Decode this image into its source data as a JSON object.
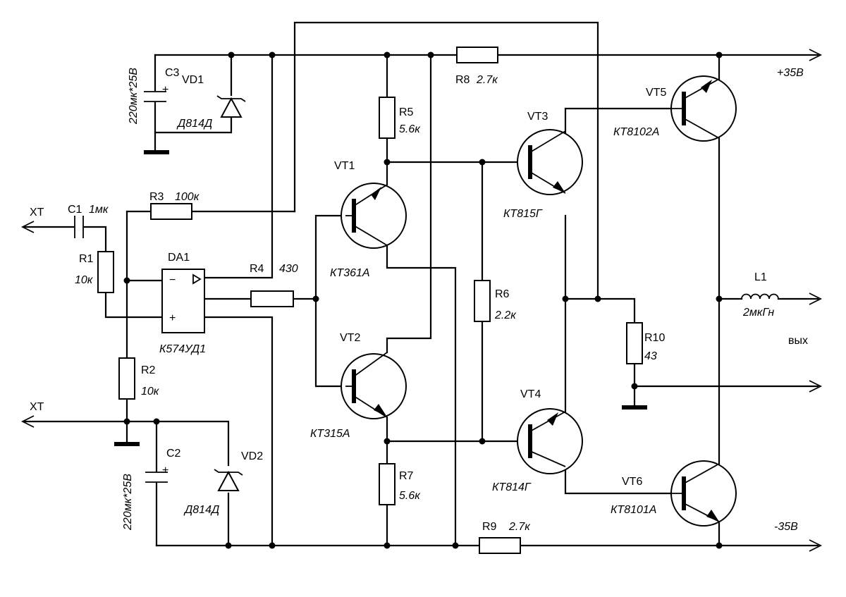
{
  "labels": {
    "c3": "C3",
    "c3_plus": "+",
    "c3_value": "220мк*25В",
    "vd1": "VD1",
    "vd1_part": "Д814Д",
    "c1": "C1",
    "c1_value": "1мк",
    "xt_top": "XT",
    "r1": "R1",
    "r1_value": "10к",
    "r3": "R3",
    "r3_value": "100к",
    "da1": "DA1",
    "da1_part": "К574УД1",
    "da1_minus": "−",
    "da1_plus": "+",
    "r4": "R4",
    "r4_value": "430",
    "r2": "R2",
    "r2_value": "10к",
    "xt_bottom": "XT",
    "c2": "C2",
    "c2_plus": "+",
    "c2_value": "220мк*25В",
    "vd2": "VD2",
    "vd2_part": "Д814Д",
    "r5": "R5",
    "r5_value": "5.6к",
    "vt1": "VT1",
    "vt1_part": "КТ361А",
    "vt2": "VT2",
    "vt2_part": "КТ315А",
    "r7": "R7",
    "r7_value": "5.6к",
    "r8": "R8",
    "r8_value": "2.7к",
    "r9": "R9",
    "r9_value": "2.7к",
    "r6": "R6",
    "r6_value": "2.2к",
    "vt3": "VT3",
    "vt3_part": "КТ815Г",
    "vt4": "VT4",
    "vt4_part": "КТ814Г",
    "vt5": "VT5",
    "vt5_part": "КТ8102А",
    "vt6": "VT6",
    "vt6_part": "КТ8101А",
    "r10": "R10",
    "r10_value": "43",
    "l1": "L1",
    "l1_value": "2мкГн",
    "out": "вых",
    "vplus": "+35В",
    "vminus": "-35В"
  }
}
